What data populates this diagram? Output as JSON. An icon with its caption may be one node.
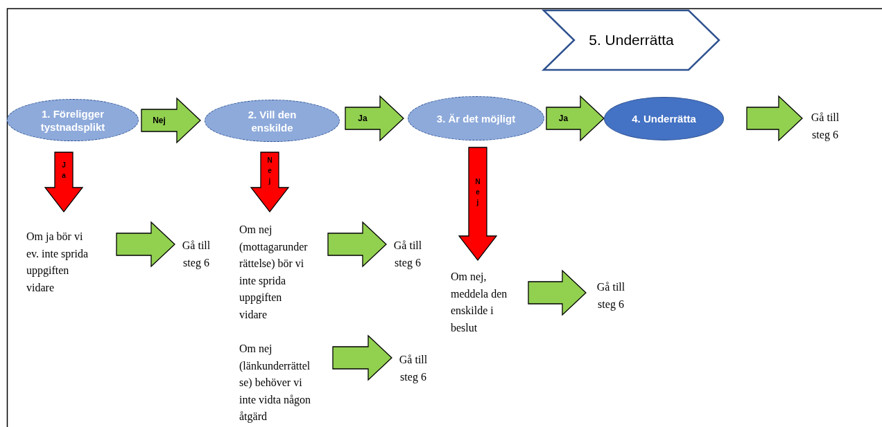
{
  "diagram": {
    "nodes": [
      {
        "text": [
          "5. Underrätta"
        ]
      },
      {
        "text": [
          "1. Föreligger tystnadsplikt"
        ]
      },
      {
        "text": [
          "2. Vill den enskilde"
        ]
      },
      {
        "text": [
          "3. Är det möjligt"
        ]
      },
      {
        "text": [
          "4. Underrätta"
        ]
      },
      {
        "text": [
          "Gå till steg 6"
        ]
      },
      {
        "text": [
          "Om ja bör vi ev. inte sprida uppgiften vidare"
        ]
      },
      {
        "text": [
          "Gå till steg 6"
        ]
      },
      {
        "text": [
          "Om nej (mottagarunder rättelse) bör vi inte sprida uppgiften vidare"
        ]
      },
      {
        "text": [
          "Gå till steg 6"
        ]
      },
      {
        "text": [
          "Om nej (länkunderrättel se) behöver vi inte vidta någon åtgärd"
        ]
      },
      {
        "text": [
          "Gå till steg 6"
        ]
      },
      {
        "text": [
          "Om nej, meddela den enskilde i beslut"
        ]
      },
      {
        "text": [
          "Gå till steg 6"
        ]
      }
    ],
    "edges": [
      {
        "from": 1,
        "to": 2,
        "arrow": "to",
        "label": "Nej"
      },
      {
        "from": 2,
        "to": 3,
        "arrow": "to",
        "label": "Ja"
      },
      {
        "from": 3,
        "to": 4,
        "arrow": "to",
        "label": "Ja"
      },
      {
        "from": 4,
        "to": 5,
        "arrow": "to"
      },
      {
        "from": 1,
        "to": 6,
        "arrow": "to",
        "label": "Ja",
        "color": "#ff0000"
      },
      {
        "from": 2,
        "to": 8,
        "arrow": "to",
        "label": "Nej",
        "color": "#ff0000"
      },
      {
        "from": 3,
        "to": 12,
        "arrow": "to",
        "label": "Nej",
        "color": "#ff0000"
      },
      {
        "from": 6,
        "to": 7,
        "arrow": "to"
      },
      {
        "from": 8,
        "to": 9,
        "arrow": "to"
      },
      {
        "from": 10,
        "to": 11,
        "arrow": "to"
      },
      {
        "from": 12,
        "to": 13,
        "arrow": "to"
      }
    ]
  }
}
